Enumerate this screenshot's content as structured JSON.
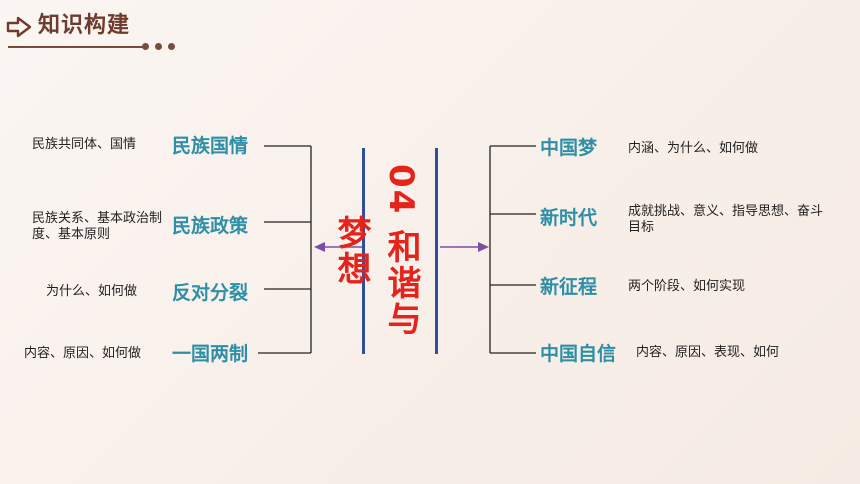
{
  "header": {
    "title": "知识构建"
  },
  "center": {
    "title": "04 和谐与梦想"
  },
  "left_branches": [
    {
      "keyword": "民族国情",
      "description": "民族共同体、国情"
    },
    {
      "keyword": "民族政策",
      "description": "民族关系、基本政治制度、基本原则"
    },
    {
      "keyword": "反对分裂",
      "description": "为什么、如何做"
    },
    {
      "keyword": "一国两制",
      "description": "内容、原因、如何做"
    }
  ],
  "right_branches": [
    {
      "keyword": "中国梦",
      "description": "内涵、为什么、如何做"
    },
    {
      "keyword": "新时代",
      "description": "成就挑战、意义、指导思想、奋斗目标"
    },
    {
      "keyword": "新征程",
      "description": "两个阶段、如何实现"
    },
    {
      "keyword": "中国自信",
      "description": "内容、原因、表现、如何"
    }
  ],
  "colors": {
    "keyword": "#2e8fa6",
    "center_title": "#e5231b",
    "arrow": "#7b4fa8",
    "frame": "#2f4f9a",
    "header": "#6e3c2e"
  }
}
